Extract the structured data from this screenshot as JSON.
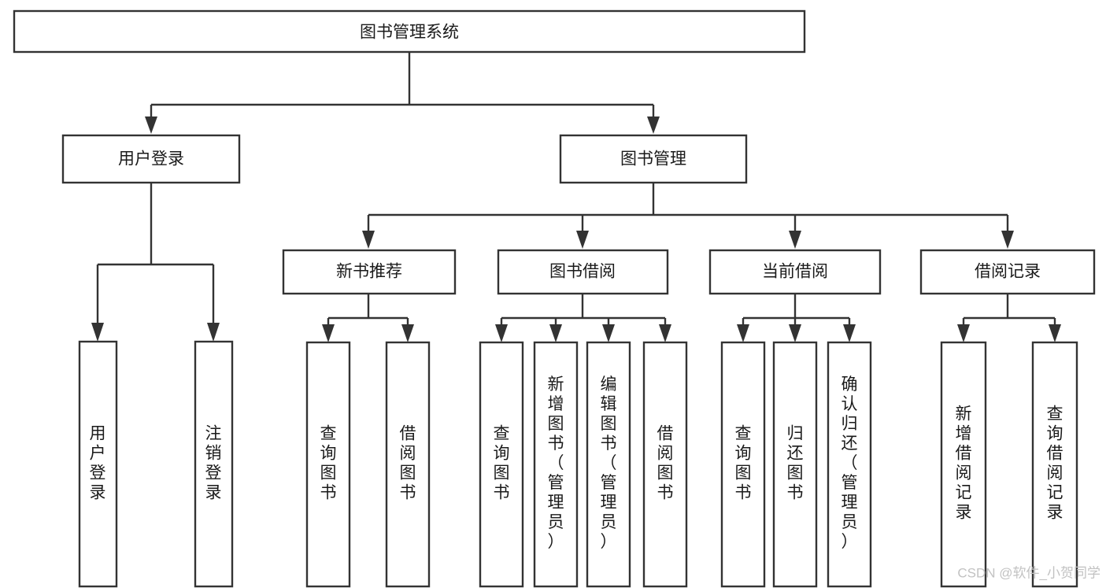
{
  "diagram": {
    "title": "图书管理系统",
    "type": "tree-hierarchy-chart",
    "root": {
      "id": "root",
      "label": "图书管理系统",
      "orientation": "horizontal"
    },
    "level2": [
      {
        "id": "user-login",
        "label": "用户登录",
        "orientation": "horizontal"
      },
      {
        "id": "book-management",
        "label": "图书管理",
        "orientation": "horizontal"
      }
    ],
    "level3": [
      {
        "id": "new-book-recommend",
        "label": "新书推荐",
        "orientation": "horizontal",
        "parent": "book-management"
      },
      {
        "id": "book-borrow",
        "label": "图书借阅",
        "orientation": "horizontal",
        "parent": "book-management"
      },
      {
        "id": "current-borrow",
        "label": "当前借阅",
        "orientation": "horizontal",
        "parent": "book-management"
      },
      {
        "id": "borrow-record",
        "label": "借阅记录",
        "orientation": "horizontal",
        "parent": "book-management"
      }
    ],
    "leaves": [
      {
        "id": "leaf-user-login",
        "label": "用户登录",
        "parent": "user-login",
        "orientation": "vertical"
      },
      {
        "id": "leaf-logout-login",
        "label": "注销登录",
        "parent": "user-login",
        "orientation": "vertical"
      },
      {
        "id": "leaf-query-book-1",
        "label": "查询图书",
        "parent": "new-book-recommend",
        "orientation": "vertical"
      },
      {
        "id": "leaf-borrow-book-1",
        "label": "借阅图书",
        "parent": "new-book-recommend",
        "orientation": "vertical"
      },
      {
        "id": "leaf-query-book-2",
        "label": "查询图书",
        "parent": "book-borrow",
        "orientation": "vertical"
      },
      {
        "id": "leaf-add-book",
        "label": "新增图书（管理员）",
        "parent": "book-borrow",
        "orientation": "vertical"
      },
      {
        "id": "leaf-edit-book",
        "label": "编辑图书（管理员）",
        "parent": "book-borrow",
        "orientation": "vertical"
      },
      {
        "id": "leaf-borrow-book-2",
        "label": "借阅图书",
        "parent": "book-borrow",
        "orientation": "vertical"
      },
      {
        "id": "leaf-query-book-3",
        "label": "查询图书",
        "parent": "current-borrow",
        "orientation": "vertical"
      },
      {
        "id": "leaf-return-book",
        "label": "归还图书",
        "parent": "current-borrow",
        "orientation": "vertical"
      },
      {
        "id": "leaf-confirm-return",
        "label": "确认归还（管理员）",
        "parent": "current-borrow",
        "orientation": "vertical"
      },
      {
        "id": "leaf-add-borrow-record",
        "label": "新增借阅记录",
        "parent": "borrow-record",
        "orientation": "vertical"
      },
      {
        "id": "leaf-query-borrow-record",
        "label": "查询借阅记录",
        "parent": "borrow-record",
        "orientation": "vertical"
      }
    ],
    "colors": {
      "stroke": "#333333",
      "fill": "#ffffff",
      "text": "#1a1a1a",
      "watermark": "#c2c2c2",
      "background": "#ffffff"
    }
  },
  "watermark": {
    "text": "CSDN @软件_小贺同学"
  }
}
